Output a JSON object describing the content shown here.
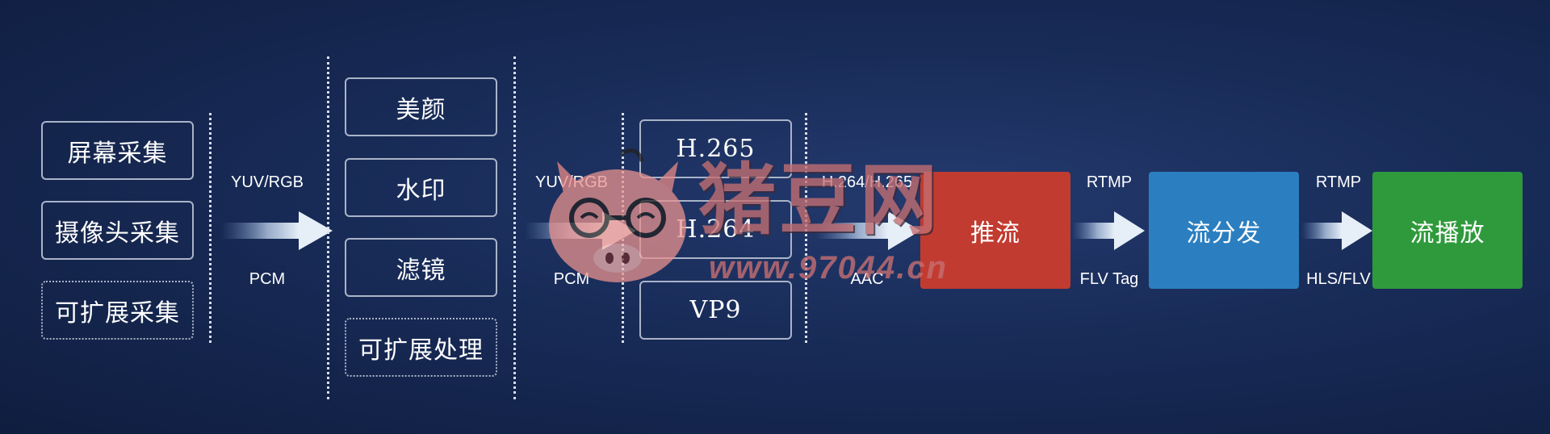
{
  "capture": {
    "items": [
      "屏幕采集",
      "摄像头采集",
      "可扩展采集"
    ]
  },
  "processing": {
    "items": [
      "美颜",
      "水印",
      "滤镜",
      "可扩展处理"
    ]
  },
  "codecs": {
    "items": [
      "H.265",
      "H.264",
      "VP9"
    ]
  },
  "labels": {
    "yuv_rgb_1": "YUV/RGB",
    "pcm_1": "PCM",
    "yuv_rgb_2": "YUV/RGB",
    "pcm_2": "PCM",
    "h264_h265": "H.264/H.265",
    "aac": "AAC",
    "rtmp_1": "RTMP",
    "flv_tag": "FLV Tag",
    "rtmp_2": "RTMP",
    "hls_flv": "HLS/FLV"
  },
  "stages": {
    "push": "推流",
    "distribute": "流分发",
    "play": "流播放"
  },
  "watermark": {
    "title": "猪豆网",
    "url": "www.97044.cn"
  },
  "colors": {
    "push": "#c23b30",
    "distribute": "#2b7fc0",
    "play": "#2f9a3c",
    "arrow": "#d7e3f2"
  }
}
